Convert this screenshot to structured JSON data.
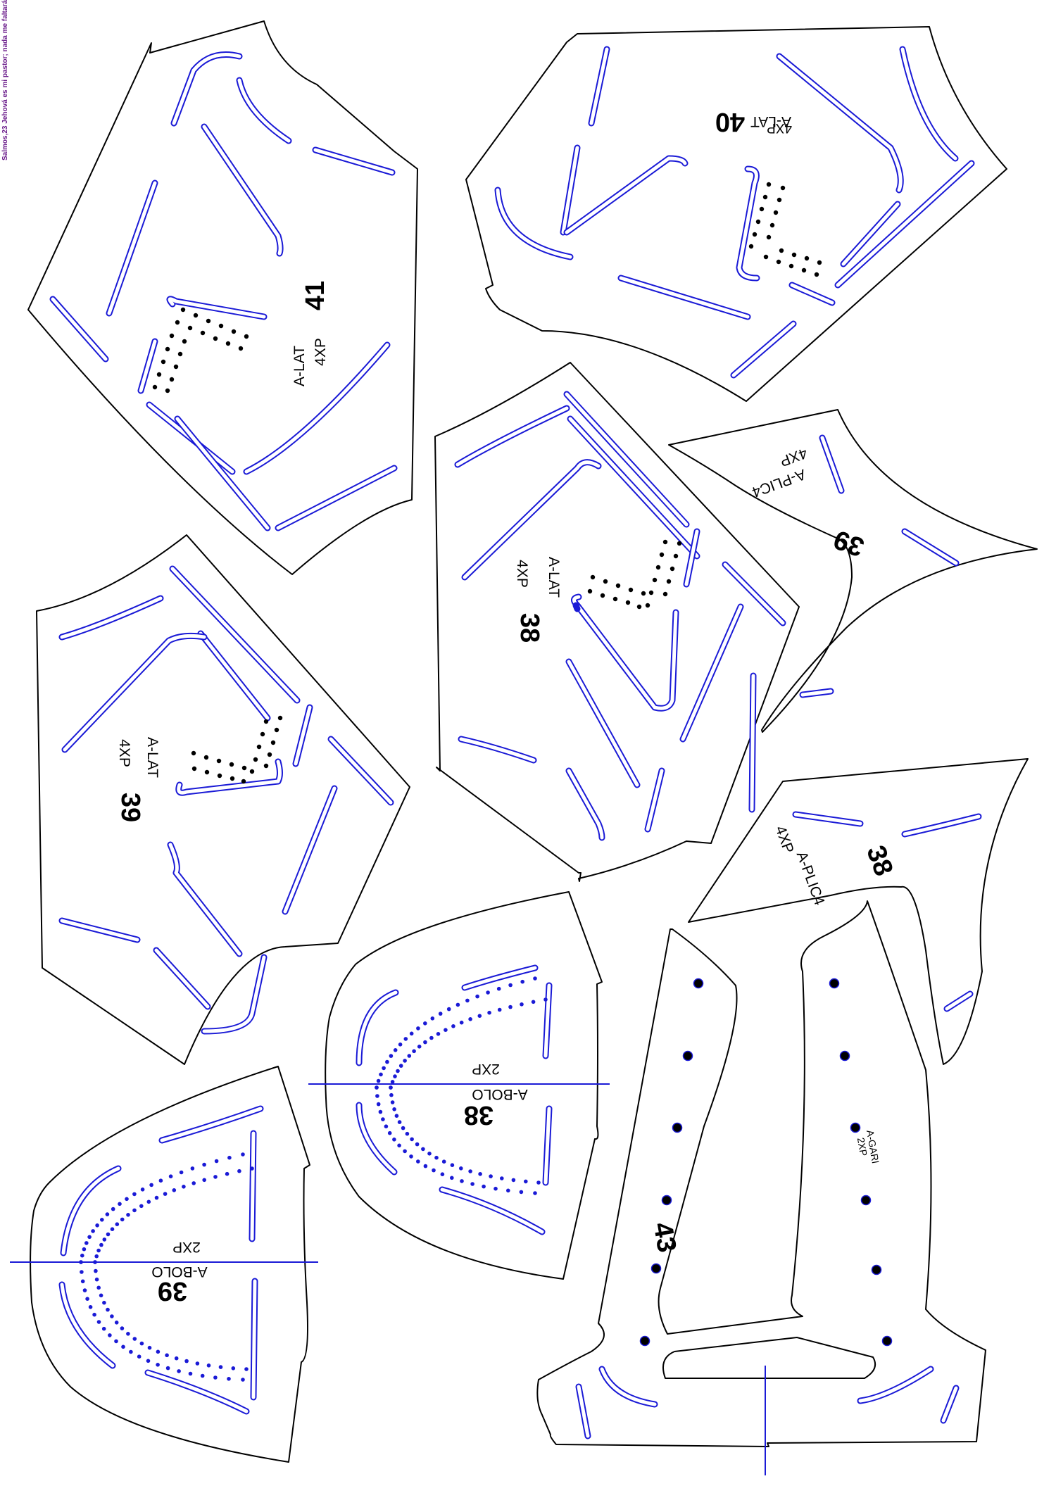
{
  "caption": "Salmos,23 Jehová es mi pastor; nada me faltará.",
  "colors": {
    "outline": "#000000",
    "guide": "#1a1ad6",
    "dots": "#000000",
    "blue_dots": "#1a1ad6",
    "caption": "#6a1b8a"
  },
  "pieces": {
    "lat41": {
      "code": "A-LAT",
      "qty": "4XP",
      "size": "41"
    },
    "lat40": {
      "code": "A-LAT",
      "qty": "4XP",
      "size": "40"
    },
    "lat38": {
      "code": "A-LAT",
      "qty": "4XP",
      "size": "38"
    },
    "lat39": {
      "code": "A-LAT",
      "qty": "4XP",
      "size": "39"
    },
    "plic39": {
      "code": "A-PLIC4",
      "qty": "4XP",
      "size": "39"
    },
    "plic38": {
      "code": "A-PLIC4",
      "qty": "4XP",
      "size": "38"
    },
    "bolo38": {
      "code": "A-BOLO",
      "qty": "2XP",
      "size": "38"
    },
    "bolo39": {
      "code": "A-BOLO",
      "qty": "2XP",
      "size": "39"
    },
    "gari43": {
      "code": "A-GARI",
      "qty": "2XP",
      "size": "43"
    }
  }
}
